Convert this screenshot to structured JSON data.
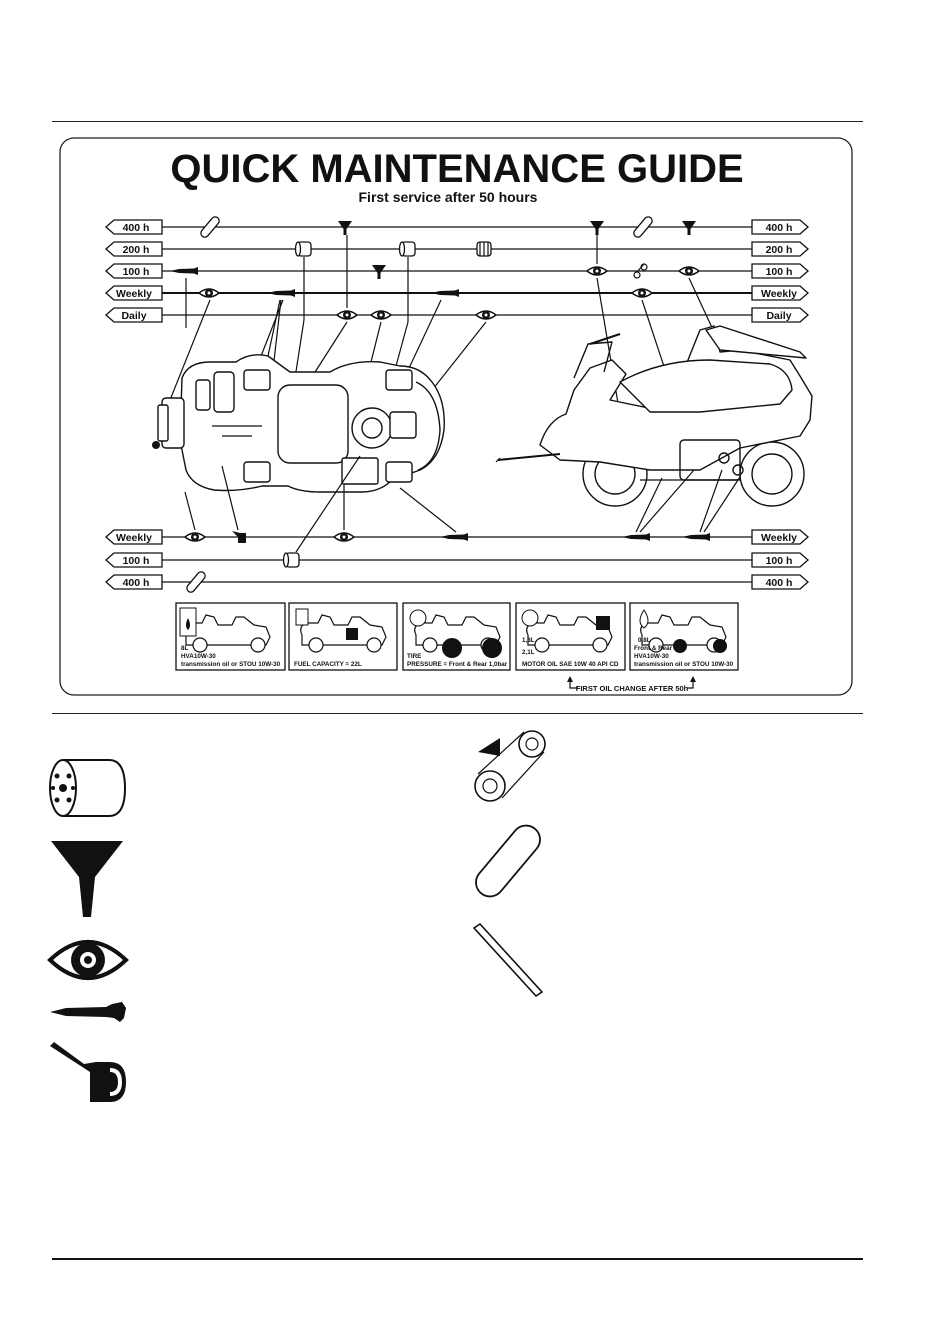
{
  "guide": {
    "title": "QUICK MAINTENANCE GUIDE",
    "subtitle": "First service after 50 hours"
  },
  "intervals": {
    "h400": "400 h",
    "h200": "200 h",
    "h100": "100 h",
    "weekly": "Weekly",
    "daily": "Daily"
  },
  "panels": {
    "transmission": {
      "line1": "8L",
      "line2": "HVA10W-30",
      "line3": "transmission oil or STOU 10W-30"
    },
    "fuel": {
      "line1": "FUEL CAPACITY = 22L"
    },
    "tire": {
      "line1": "TIRE",
      "line2": "PRESSURE = Front & Rear 1,0bar"
    },
    "motor": {
      "line1": "1,8L",
      "line2": "2,1L",
      "line3": "MOTOR OIL SAE 10W 40 API CD"
    },
    "axle": {
      "line1": "0,8L",
      "line2": "Front & Rear",
      "line3": "HVA10W-30",
      "line4": "transmission oil or STOU 10W-30"
    },
    "footnote": "FIRST OIL CHANGE AFTER 50h"
  },
  "legend_icons": [
    "cylinder-filter-icon",
    "funnel-icon",
    "eye-icon",
    "grease-gun-icon",
    "oil-can-icon",
    "belt-icon",
    "spark-plug-pad-icon",
    "strip-icon"
  ]
}
